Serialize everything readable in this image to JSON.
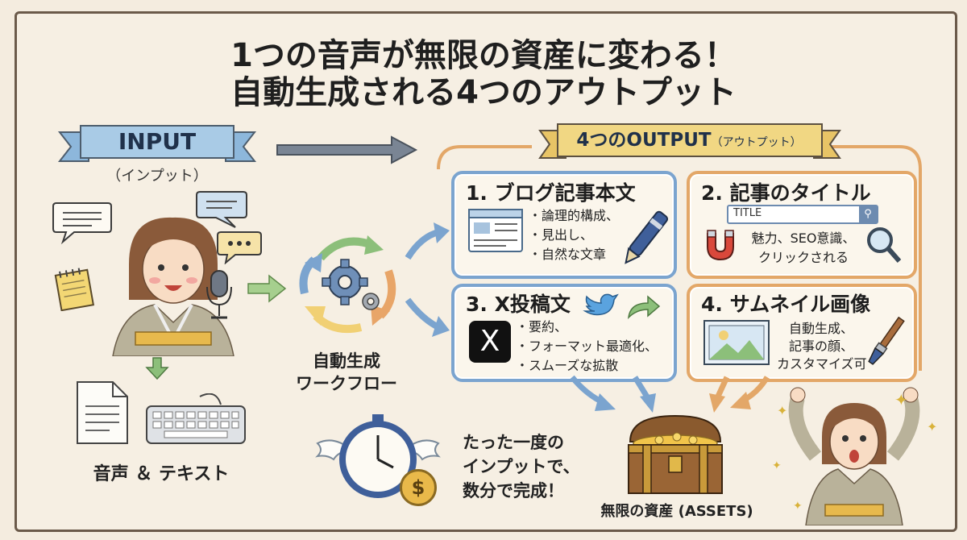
{
  "title": {
    "line1": "1つの音声が無限の資産に変わる！",
    "line2": "自動生成される4つのアウトプット"
  },
  "input": {
    "ribbon": "INPUT",
    "sub": "（インプット）",
    "caption": "音声 ＆ テキスト"
  },
  "workflow": {
    "label_line1": "自動生成",
    "label_line2": "ワークフロー"
  },
  "output": {
    "ribbon_main": "4つのOUTPUT",
    "ribbon_sub": "（アウトプット）",
    "cards": [
      {
        "title": "1. ブログ記事本文",
        "bullets": [
          "論理的構成、",
          "見出し、",
          "自然な文章"
        ]
      },
      {
        "title": "2. 記事のタイトル",
        "search_text": "TITLE",
        "lines": [
          "魅力、SEO意識、",
          "クリックされる"
        ]
      },
      {
        "title": "3. X投稿文",
        "x_glyph": "X",
        "bullets": [
          "要約、",
          "フォーマット最適化、",
          "スムーズな拡散"
        ]
      },
      {
        "title": "4. サムネイル画像",
        "lines": [
          "自動生成、",
          "記事の顔、",
          "カスタマイズ可"
        ]
      }
    ]
  },
  "time": {
    "line1": "たった一度の",
    "line2": "インプットで、",
    "line3": "数分で完成！",
    "coin": "$"
  },
  "assets": {
    "label": "無限の資産 (ASSETS)"
  },
  "colors": {
    "blue_border": "#7ba4cf",
    "orange_border": "#e3a768",
    "ribbon_yellow": "#f1d783",
    "ribbon_blue": "#a9cbe6",
    "background": "#f4ecdf"
  }
}
